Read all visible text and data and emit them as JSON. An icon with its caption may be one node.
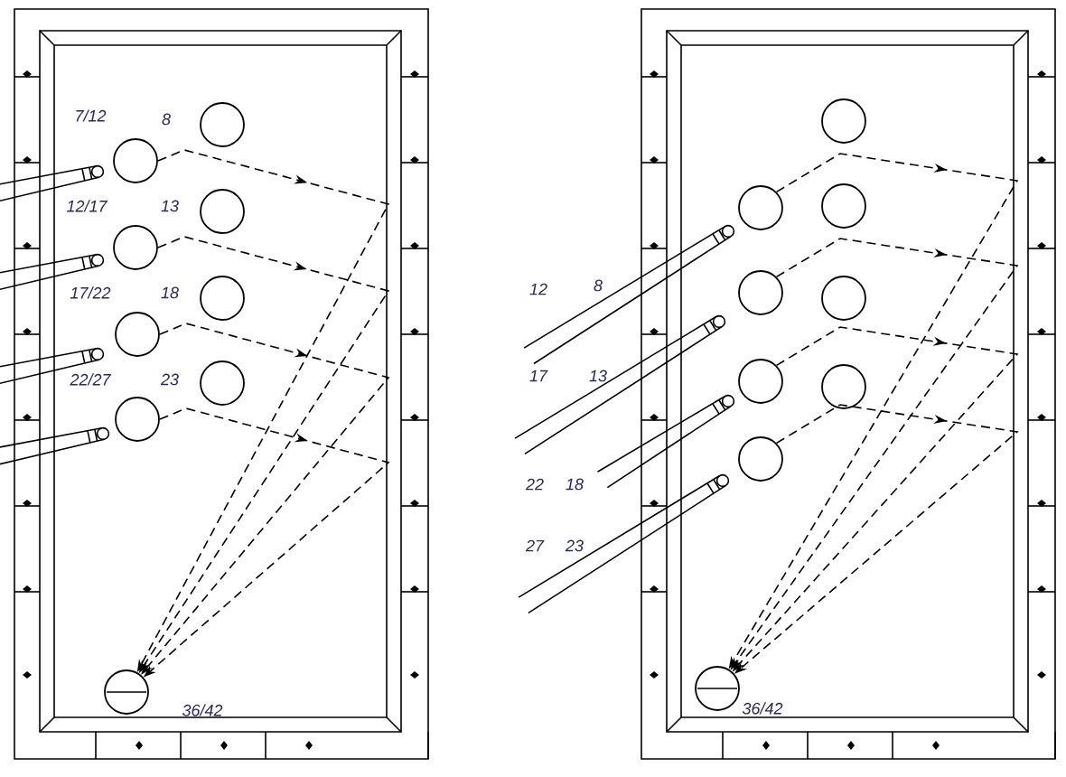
{
  "diagram": {
    "nodes": [
      {
        "text": [],
        "shape": "circle"
      },
      {
        "text": [],
        "shape": "circle"
      },
      {
        "text": [],
        "shape": "circle"
      },
      {
        "text": [],
        "shape": "circle"
      },
      {
        "text": [],
        "shape": "circle"
      },
      {
        "text": [],
        "shape": "circle"
      },
      {
        "text": [],
        "shape": "circle"
      },
      {
        "text": [],
        "shape": "circle"
      },
      {
        "text": [],
        "shape": "circle"
      },
      {
        "text": [],
        "shape": "circle"
      },
      {
        "text": [],
        "shape": "circle"
      },
      {
        "text": [],
        "shape": "circle"
      },
      {
        "text": [],
        "shape": "circle"
      },
      {
        "text": [],
        "shape": "circle"
      },
      {
        "text": [],
        "shape": "circle"
      },
      {
        "text": [],
        "shape": "circle"
      },
      {
        "text": [],
        "shape": "circle"
      },
      {
        "text": [],
        "shape": "circle"
      }
    ],
    "edges": [
      {
        "from": 4,
        "to": 8,
        "arrow": "to",
        "style": "dashed"
      },
      {
        "from": 5,
        "to": 8,
        "arrow": "to",
        "style": "dashed"
      },
      {
        "from": 6,
        "to": 8,
        "arrow": "to",
        "style": "dashed"
      },
      {
        "from": 7,
        "to": 8,
        "arrow": "to",
        "style": "dashed"
      },
      {
        "from": 13,
        "to": 17,
        "arrow": "to",
        "style": "dashed"
      },
      {
        "from": 14,
        "to": 17,
        "arrow": "to",
        "style": "dashed"
      },
      {
        "from": 15,
        "to": 17,
        "arrow": "to",
        "style": "dashed"
      },
      {
        "from": 16,
        "to": 17,
        "arrow": "to",
        "style": "dashed"
      }
    ],
    "labels": [
      "7/12",
      "8",
      "12/17",
      "13",
      "17/22",
      "18",
      "22/27",
      "23",
      "36/42",
      "12",
      "8",
      "17",
      "13",
      "22",
      "18",
      "27",
      "23",
      "36/42"
    ]
  }
}
